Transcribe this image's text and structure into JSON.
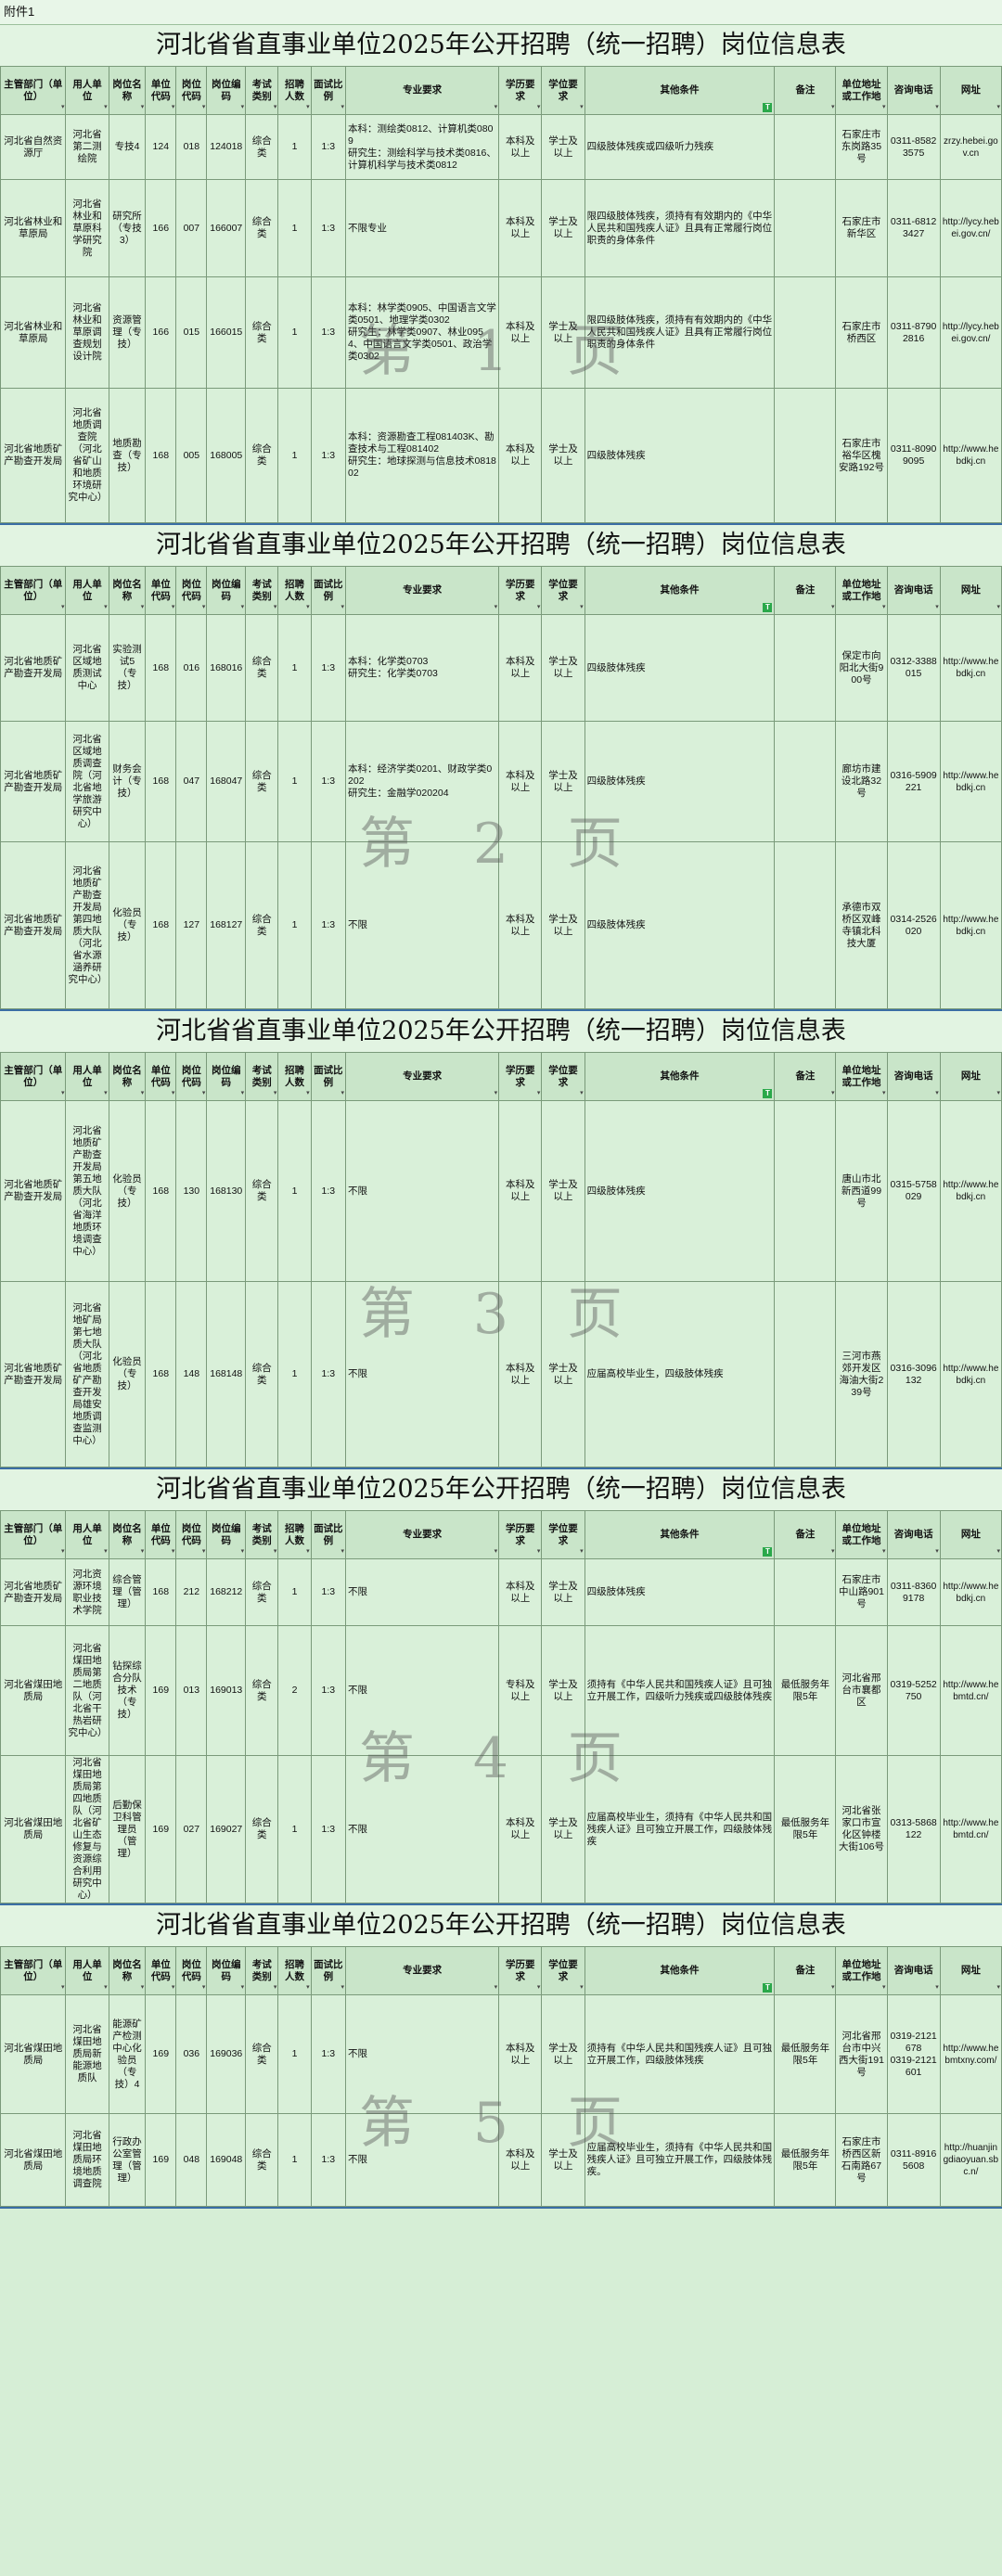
{
  "attachment_label": "附件1",
  "title": "河北省省直事业单位2025年公开招聘（统一招聘）岗位信息表",
  "headers": [
    "主管部门（单位）",
    "用人单位",
    "岗位名称",
    "单位代码",
    "岗位代码",
    "岗位编码",
    "考试类别",
    "招聘人数",
    "面试比例",
    "专业要求",
    "学历要求",
    "学位要求",
    "其他条件",
    "备注",
    "单位地址或工作地",
    "咨询电话",
    "网址"
  ],
  "pages": [
    {
      "watermark": "第 1 页",
      "rows": [
        [
          "河北省自然资源厅",
          "河北省第二测绘院",
          "专技4",
          "124",
          "018",
          "124018",
          "综合类",
          "1",
          "1:3",
          "本科：测绘类0812、计算机类0809\n研究生：测绘科学与技术类0816、计算机科学与技术类0812",
          "本科及以上",
          "学士及以上",
          "四级肢体残疾或四级听力残疾",
          "",
          "石家庄市东岗路35号",
          "0311-85823575",
          "zrzy.hebei.gov.cn"
        ],
        [
          "河北省林业和草原局",
          "河北省林业和草原科学研究院",
          "研究所（专技3）",
          "166",
          "007",
          "166007",
          "综合类",
          "1",
          "1:3",
          "不限专业",
          "本科及以上",
          "学士及以上",
          "限四级肢体残疾，须持有有效期内的《中华人民共和国残疾人证》且具有正常履行岗位职责的身体条件",
          "",
          "石家庄市新华区",
          "0311-68123427",
          "http://lycy.hebei.gov.cn/"
        ],
        [
          "河北省林业和草原局",
          "河北省林业和草原调查规划设计院",
          "资源管理（专技）",
          "166",
          "015",
          "166015",
          "综合类",
          "1",
          "1:3",
          "本科：林学类0905、中国语言文学类0501、地理学类0302\n研究生：林学类0907、林业0954、中国语言文学类0501、政治学类0302",
          "本科及以上",
          "学士及以上",
          "限四级肢体残疾，须持有有效期内的《中华人民共和国残疾人证》且具有正常履行岗位职责的身体条件",
          "",
          "石家庄市桥西区",
          "0311-87902816",
          "http://lycy.hebei.gov.cn/"
        ],
        [
          "河北省地质矿产勘查开发局",
          "河北省地质调查院（河北省矿山和地质环境研究中心）",
          "地质勘查（专技）",
          "168",
          "005",
          "168005",
          "综合类",
          "1",
          "1:3",
          "本科：资源勘查工程081403K、勘查技术与工程081402\n研究生：地球探测与信息技术081802",
          "本科及以上",
          "学士及以上",
          "四级肢体残疾",
          "",
          "石家庄市裕华区槐安路192号",
          "0311-80909095",
          "http://www.hebdkj.cn"
        ]
      ]
    },
    {
      "watermark": "第 2 页",
      "rows": [
        [
          "河北省地质矿产勘查开发局",
          "河北省区域地质测试中心",
          "实验测试5（专技）",
          "168",
          "016",
          "168016",
          "综合类",
          "1",
          "1:3",
          "本科：化学类0703\n研究生：化学类0703",
          "本科及以上",
          "学士及以上",
          "四级肢体残疾",
          "",
          "保定市向阳北大街900号",
          "0312-3388015",
          "http://www.hebdkj.cn"
        ],
        [
          "河北省地质矿产勘查开发局",
          "河北省区域地质调查院（河北省地学旅游研究中心）",
          "财务会计（专技）",
          "168",
          "047",
          "168047",
          "综合类",
          "1",
          "1:3",
          "本科：经济学类0201、财政学类0202\n研究生：金融学020204",
          "本科及以上",
          "学士及以上",
          "四级肢体残疾",
          "",
          "廊坊市建设北路32号",
          "0316-5909221",
          "http://www.hebdkj.cn"
        ],
        [
          "河北省地质矿产勘查开发局",
          "河北省地质矿产勘查开发局第四地质大队（河北省水源涵养研究中心）",
          "化验员（专技）",
          "168",
          "127",
          "168127",
          "综合类",
          "1",
          "1:3",
          "不限",
          "本科及以上",
          "学士及以上",
          "四级肢体残疾",
          "",
          "承德市双桥区双峰寺镇北科技大厦",
          "0314-2526020",
          "http://www.hebdkj.cn"
        ]
      ]
    },
    {
      "watermark": "第 3 页",
      "rows": [
        [
          "河北省地质矿产勘查开发局",
          "河北省地质矿产勘查开发局第五地质大队（河北省海洋地质环境调查中心）",
          "化验员（专技）",
          "168",
          "130",
          "168130",
          "综合类",
          "1",
          "1:3",
          "不限",
          "本科及以上",
          "学士及以上",
          "四级肢体残疾",
          "",
          "唐山市北新西道99号",
          "0315-5758029",
          "http://www.hebdkj.cn"
        ],
        [
          "河北省地质矿产勘查开发局",
          "河北省地矿局第七地质大队（河北省地质矿产勘查开发局雄安地质调查监测中心）",
          "化验员（专技）",
          "168",
          "148",
          "168148",
          "综合类",
          "1",
          "1:3",
          "不限",
          "本科及以上",
          "学士及以上",
          "应届高校毕业生，四级肢体残疾",
          "",
          "三河市燕郊开发区海油大街239号",
          "0316-3096132",
          "http://www.hebdkj.cn"
        ]
      ]
    },
    {
      "watermark": "第 4 页",
      "rows": [
        [
          "河北省地质矿产勘查开发局",
          "河北资源环境职业技术学院",
          "综合管理（管理）",
          "168",
          "212",
          "168212",
          "综合类",
          "1",
          "1:3",
          "不限",
          "本科及以上",
          "学士及以上",
          "四级肢体残疾",
          "",
          "石家庄市中山路901号",
          "0311-83609178",
          "http://www.hebdkj.cn"
        ],
        [
          "河北省煤田地质局",
          "河北省煤田地质局第二地质队（河北省干热岩研究中心）",
          "钻探综合分队技术（专技）",
          "169",
          "013",
          "169013",
          "综合类",
          "2",
          "1:3",
          "不限",
          "专科及以上",
          "学士及以上",
          "须持有《中华人民共和国残疾人证》且可独立开展工作，四级听力残疾或四级肢体残疾",
          "最低服务年限5年",
          "河北省邢台市襄都区",
          "0319-5252750",
          "http://www.hebmtd.cn/"
        ],
        [
          "河北省煤田地质局",
          "河北省煤田地质局第四地质队（河北省矿山生态修复与资源综合利用研究中心）",
          "后勤保卫科管理员（管理）",
          "169",
          "027",
          "169027",
          "综合类",
          "1",
          "1:3",
          "不限",
          "本科及以上",
          "学士及以上",
          "应届高校毕业生，须持有《中华人民共和国残疾人证》且可独立开展工作，四级肢体残疾",
          "最低服务年限5年",
          "河北省张家口市宣化区钟楼大街106号",
          "0313-5868122",
          "http://www.hebmtd.cn/"
        ]
      ]
    },
    {
      "watermark": "第 5 页",
      "rows": [
        [
          "河北省煤田地质局",
          "河北省煤田地质局新能源地质队",
          "能源矿产检测中心化验员（专技）4",
          "169",
          "036",
          "169036",
          "综合类",
          "1",
          "1:3",
          "不限",
          "本科及以上",
          "学士及以上",
          "须持有《中华人民共和国残疾人证》且可独立开展工作，四级肢体残疾",
          "最低服务年限5年",
          "河北省邢台市中兴西大街191号",
          "0319-2121678\n0319-2121601",
          "http://www.hebmtxny.com/"
        ],
        [
          "河北省煤田地质局",
          "河北省煤田地质局环境地质调查院",
          "行政办公室管理（管理）",
          "169",
          "048",
          "169048",
          "综合类",
          "1",
          "1:3",
          "不限",
          "本科及以上",
          "学士及以上",
          "应届高校毕业生，须持有《中华人民共和国残疾人证》且可独立开展工作，四级肢体残疾。",
          "最低服务年限5年",
          "石家庄市桥西区新石南路67号",
          "0311-89165608",
          "http://huanjingdiaoyuan.sbc.n/"
        ]
      ]
    }
  ]
}
